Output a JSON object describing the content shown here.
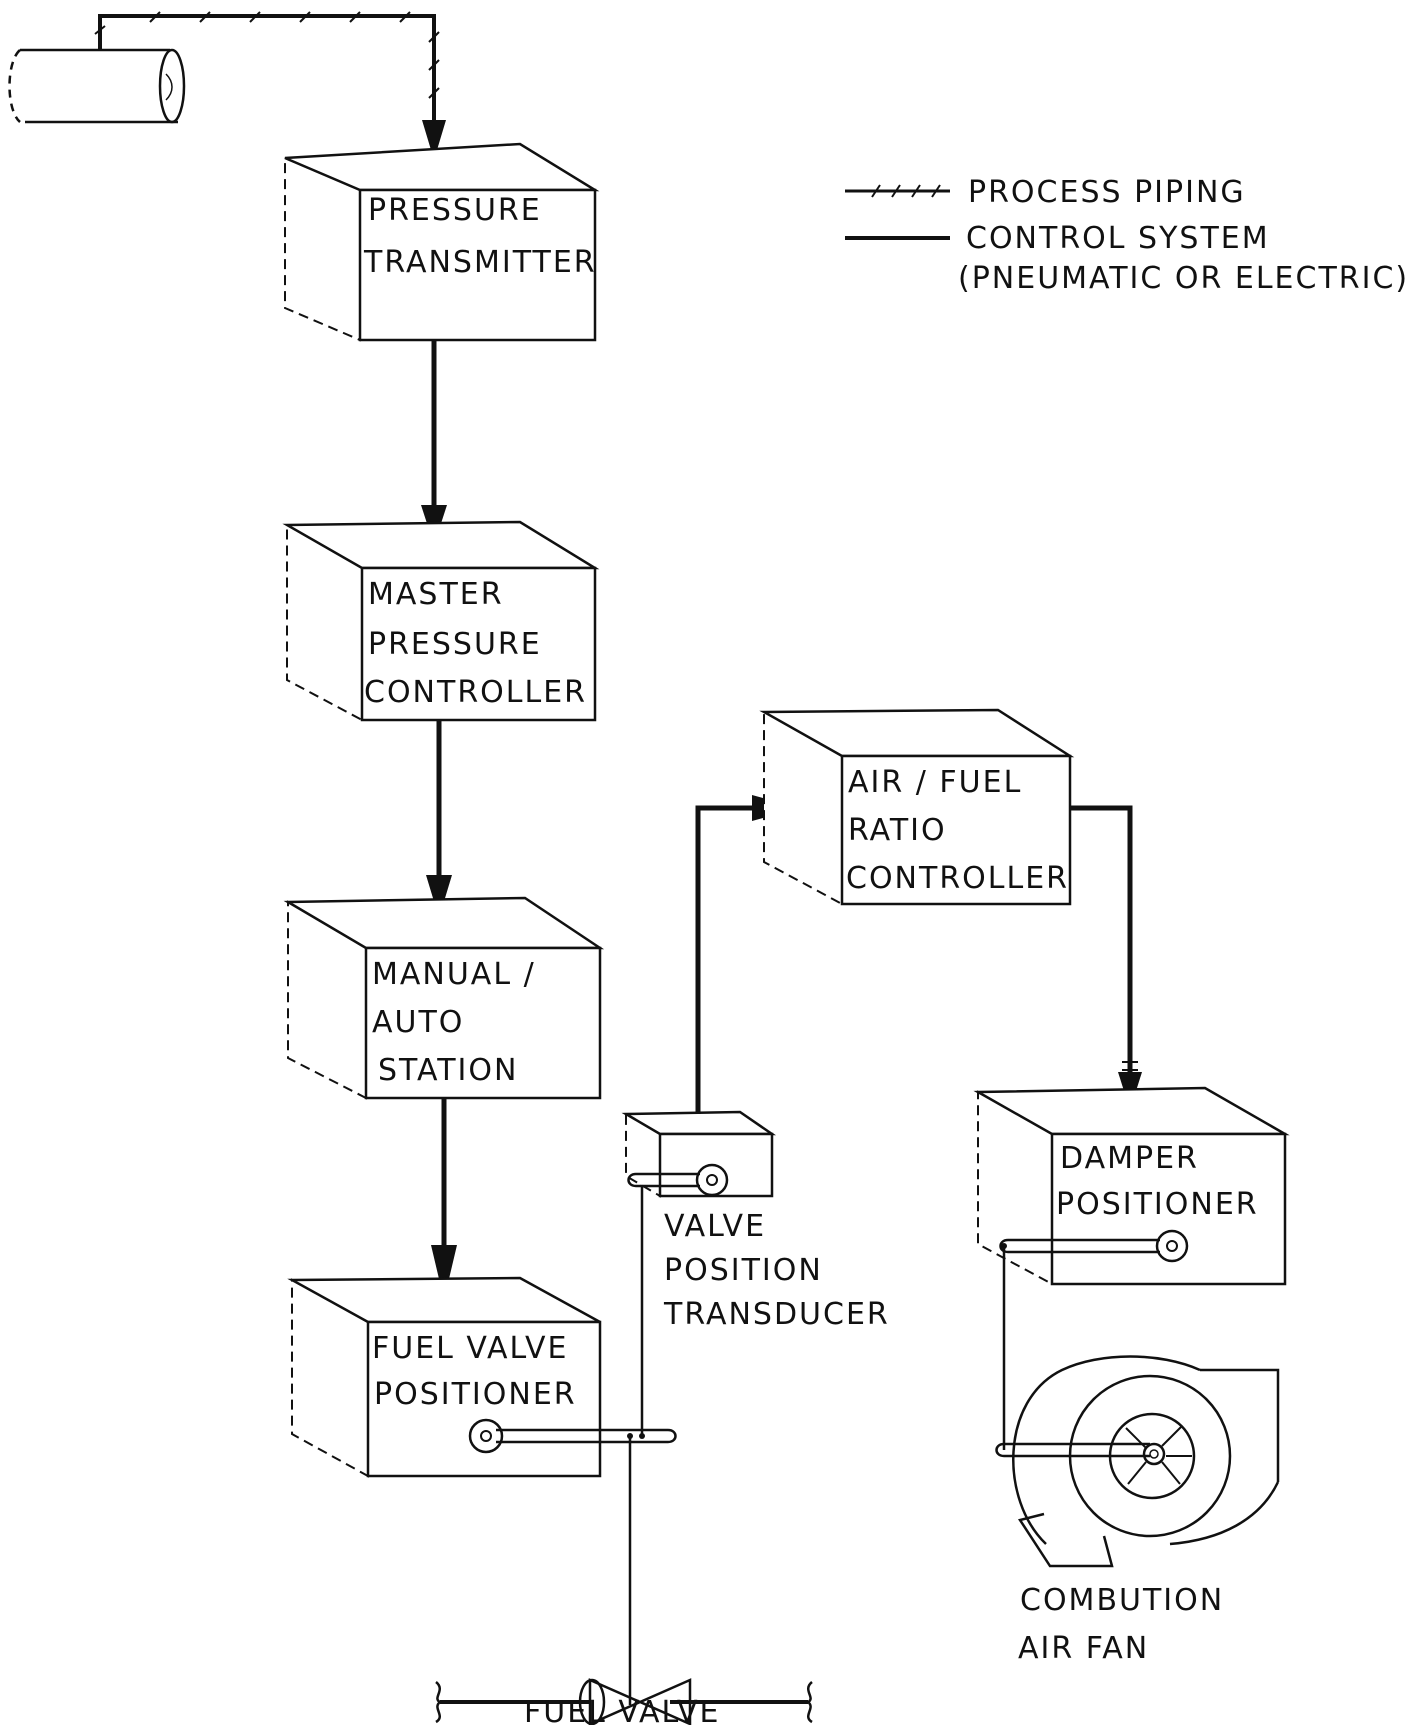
{
  "legend": {
    "process_piping": "PROCESS PIPING",
    "control_system": "CONTROL SYSTEM",
    "control_system_note": "(PNEUMATIC OR ELECTRIC)"
  },
  "blocks": {
    "pressure_transmitter": [
      "PRESSURE",
      "TRANSMITTER"
    ],
    "master_pressure_controller": [
      "MASTER",
      "PRESSURE",
      "CONTROLLER"
    ],
    "manual_auto_station": [
      "MANUAL /",
      "AUTO",
      "STATION"
    ],
    "fuel_valve_positioner": [
      "FUEL VALVE",
      "POSITIONER"
    ],
    "air_fuel_ratio_controller": [
      "AIR / FUEL",
      "RATIO",
      "CONTROLLER"
    ],
    "damper_positioner": [
      "DAMPER",
      "POSITIONER"
    ]
  },
  "labels": {
    "valve_position_transducer": [
      "VALVE",
      "POSITION",
      "TRANSDUCER"
    ],
    "combustion_air_fan": [
      "COMBUTION",
      "AIR FAN"
    ],
    "fuel_valve": "FUEL VALVE"
  }
}
